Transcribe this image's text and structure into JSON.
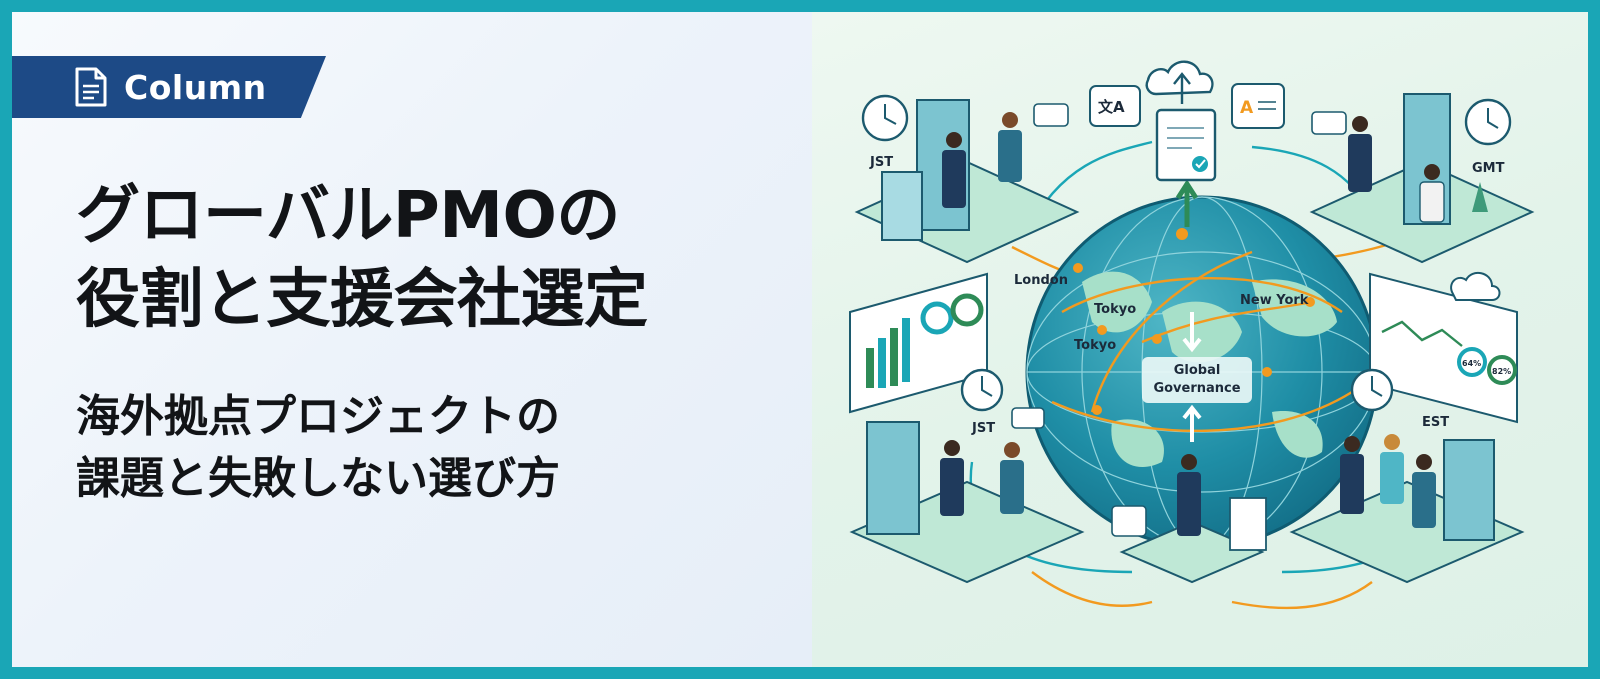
{
  "badge": {
    "label": "Column",
    "icon": "document-icon"
  },
  "title": {
    "line1": "グローバルPMOの",
    "line2": "役割と支援会社選定"
  },
  "subtitle": {
    "line1": "海外拠点プロジェクトの",
    "line2": "課題と失敗しない選び方"
  },
  "illustration": {
    "timezones": {
      "top_left": "JST",
      "top_right": "GMT",
      "bottom_left": "JST",
      "bottom_right": "EST"
    },
    "cities": {
      "london": "London",
      "tokyo_upper": "Tokyo",
      "tokyo_lower": "Tokyo",
      "new_york": "New York"
    },
    "center_label_line1": "Global",
    "center_label_line2": "Governance",
    "progress_left": "64%",
    "progress_right": "82%",
    "translate_glyph": "文A",
    "letter_glyph": "A"
  },
  "colors": {
    "frame": "#1aa6b6",
    "badge": "#1d4a86",
    "title_text": "#121417",
    "accent_orange": "#f29a1f",
    "accent_teal": "#1aa6b6"
  }
}
